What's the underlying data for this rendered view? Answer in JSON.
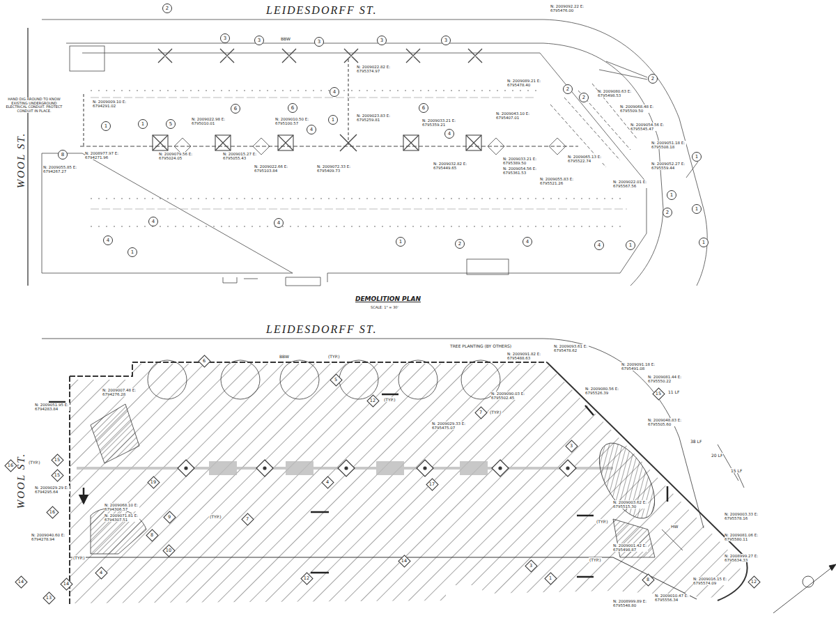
{
  "diagram": {
    "labels": [
      "LEIDESDORFF ST.",
      "WOOL ST.",
      "DEMOLITION PLAN",
      "SCALE: 1\" = 30'",
      "BBW",
      "HAND DIG AROUND TO KNOW EXISTING UNDERGROUND ELECTRICAL CONDUIT. PROTECT CONDUIT IN PLACE.",
      "N: 2009092.22 E: 6795476.00",
      "N: 2009022.82 E: 6795374.97",
      "N: 2009089.21 E: 6795478.40",
      "N: 2009080.63 E: 6795498.53",
      "N: 2009009.10 E: 6794291.02",
      "N: 2009022.98 E: 6795010.01",
      "N: 2009010.50 E: 6795100.57",
      "N: 2009023.83 E: 6795259.81",
      "N: 2009033.21 E: 6795359.21",
      "N: 2009043.10 E: 6795407.01",
      "N: 2009068.48 E: 6795509.50",
      "N: 2009054.56 E: 6795545.47",
      "N: 2009051.18 E: 6795508.18",
      "N: 2009052.27 E: 6795559.44",
      "N: 2009022.01 E: 6795567.56",
      "N: 2009055.85 E: 6794267.27",
      "N: 2008977.97 E: 6794271.96",
      "N: 2009079.56 E: 6795024.05",
      "N: 2009015.27 E: 6795055.43",
      "N: 2009022.66 E: 6795103.84",
      "N: 2009072.33 E: 6795409.73",
      "N: 2009032.82 E: 6795449.65",
      "N: 2009033.21 E: 6795389.50",
      "N: 2009054.56 E: 6795361.53",
      "N: 2009065.13 E: 6795522.74",
      "N: 2009055.83 E: 6795521.26",
      "2",
      "3",
      "3",
      "3",
      "3",
      "3",
      "4",
      "1",
      "1",
      "5",
      "6",
      "6",
      "4",
      "6",
      "4",
      "1",
      "2",
      "2",
      "2",
      "1",
      "1",
      "2",
      "1",
      "1",
      "4",
      "4",
      "1",
      "4",
      "1",
      "2",
      "4",
      "4",
      "1",
      "8",
      "LEIDESDORFF ST.",
      "WOOL ST.",
      "TREE PLANTING (BY OTHERS)",
      "BBW",
      "11 LF",
      "38 LF",
      "20 LF",
      "15 LF",
      "HW",
      "(TYP.)",
      "(TYP.)",
      "(TYP.)",
      "(TYP.)",
      "(TYP.)",
      "(TYP.)",
      "(TYP.)",
      "(TYP.)",
      "N: 2009093.61 E: 6795478.62",
      "N: 2009091.82 E: 6795488.63",
      "N: 2009091.18 E: 6795491.08",
      "N: 2009081.44 E: 6795550.22",
      "N: 2009080.56 E: 6795526.39",
      "N: 2009090.03 E: 6795502.45",
      "N: 2009029.33 E: 6795475.07",
      "N: 2009048.83 E: 6795505.60",
      "N: 2009007.48 E: 6794276.28",
      "N: 2009051.95 E: 6794283.84",
      "N: 2009029.29 E: 6794295.64",
      "N: 2009068.10 E: 6794306.57",
      "N: 2009071.81 E: 6794307.51",
      "N: 2009040.60 E: 6794278.94",
      "N: 2009001.42 E: 6795498.87",
      "N: 2009003.62 E: 6795515.30",
      "N: 2009003.33 E: 6795578.16",
      "N: 2009081.06 E: 6795580.11",
      "N: 2008999.27 E: 6795634.33",
      "N: 2009016.15 E: 6795574.09",
      "N: 2009010.47 E: 6795556.34",
      "N: 2008999.89 E: 6795548.80",
      "6",
      "5",
      "12",
      "7",
      "4",
      "17",
      "19",
      "7",
      "4",
      "13",
      "14",
      "14",
      "16",
      "15",
      "15",
      "16",
      "8",
      "9",
      "10",
      "12",
      "14",
      "1",
      "3",
      "8",
      "15",
      "12",
      "3"
    ]
  }
}
